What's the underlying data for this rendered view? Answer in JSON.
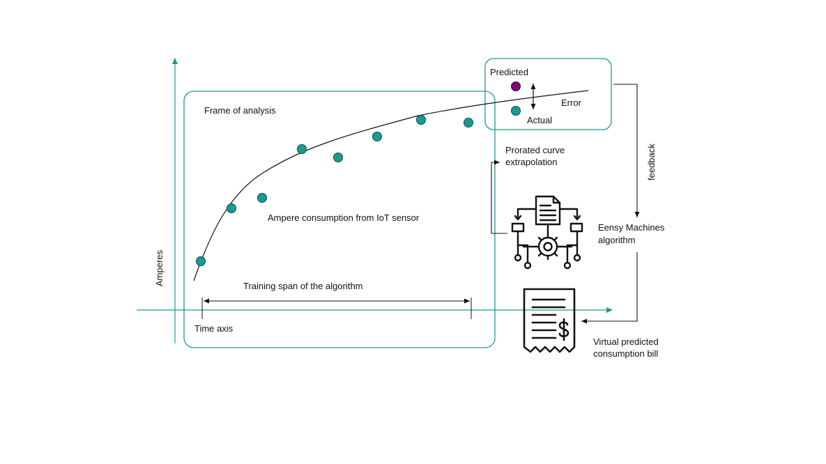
{
  "labels": {
    "frame_of_analysis": "Frame of analysis",
    "predicted": "Predicted",
    "error": "Error",
    "actual": "Actual",
    "prorated_line1": "Prorated curve",
    "prorated_line2": "extrapolation",
    "feedback": "feedback",
    "ampere_consumption": "Ampere consumption from IoT sensor",
    "eensy_line1": "Eensy Machines",
    "eensy_line2": "algorithm",
    "training_span": "Training span of the algorithm",
    "time_axis": "Time axis",
    "amperes": "Amperes",
    "bill_line1": "Virtual predicted",
    "bill_line2": "consumption bill"
  },
  "colors": {
    "teal": "#1a9a95",
    "dot_fill": "#1a9a95",
    "dot_stroke": "#0b4b4a",
    "predicted_dot": "#7a0a7a",
    "line": "#111111"
  },
  "icons": {
    "algorithm": "algorithm-flowchart-gear-icon",
    "bill": "receipt-dollar-icon"
  }
}
